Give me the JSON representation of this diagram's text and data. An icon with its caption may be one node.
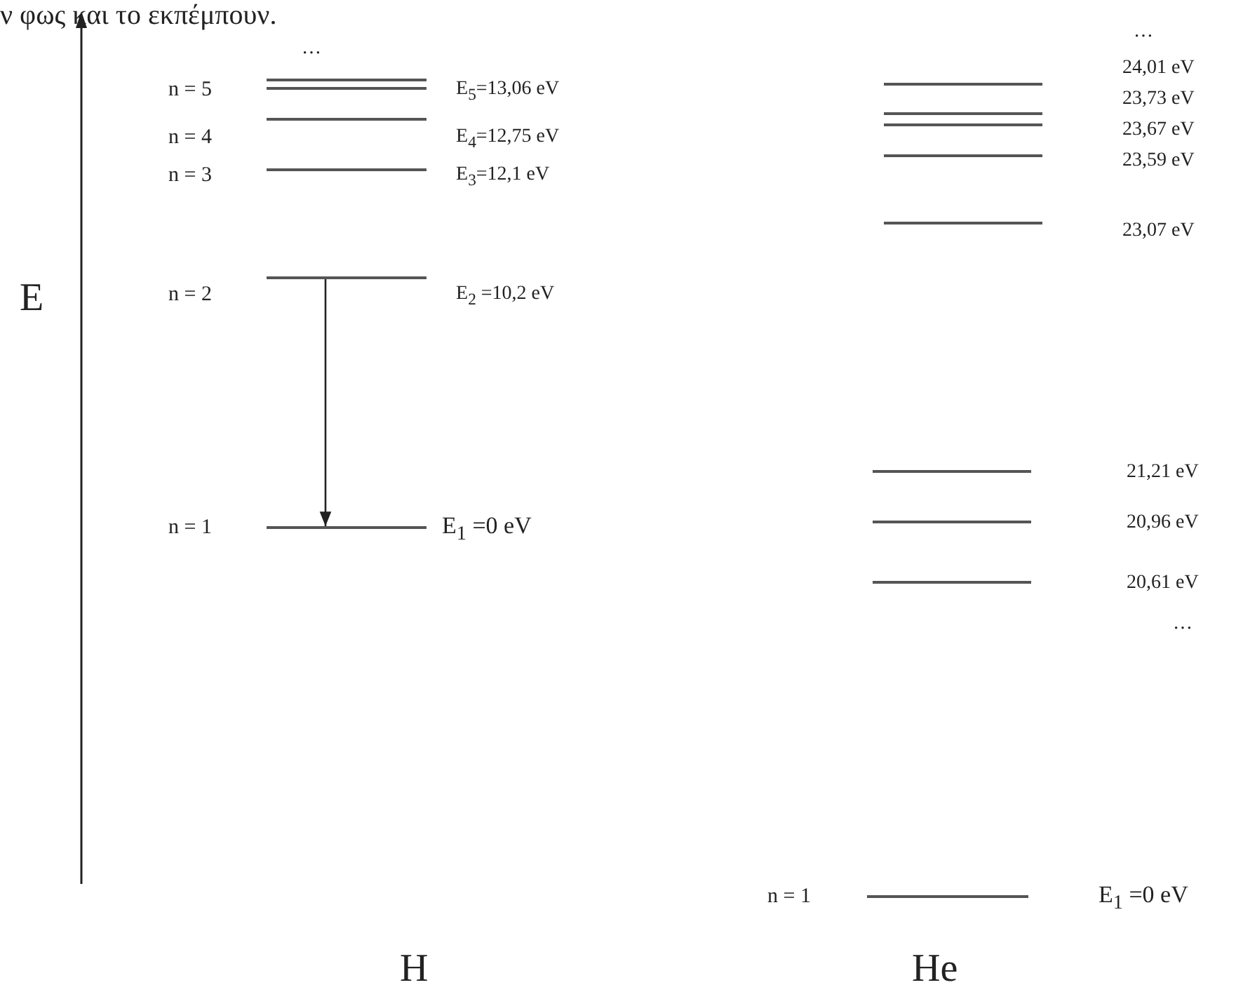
{
  "diagram": {
    "nodes": [
      {
        "text": [],
        "shape": "bar"
      },
      {
        "text": [],
        "shape": "bar"
      },
      {
        "text": [],
        "shape": "bar"
      },
      {
        "text": [],
        "shape": "bar"
      },
      {
        "text": [],
        "shape": "bar"
      },
      {
        "text": [],
        "shape": "bar"
      },
      {
        "text": [],
        "shape": "bar"
      },
      {
        "text": [],
        "shape": "bar"
      },
      {
        "text": [],
        "shape": "bar"
      },
      {
        "text": [],
        "shape": "bar"
      },
      {
        "text": [],
        "shape": "bar"
      },
      {
        "text": [],
        "shape": "bar"
      },
      {
        "text": [],
        "shape": "bar"
      },
      {
        "text": [],
        "shape": "bar"
      },
      {
        "text": [],
        "shape": "bar"
      }
    ],
    "edges": [
      {
        "from": 4,
        "to": 5,
        "arrow": "to"
      }
    ],
    "labels": [
      "ν φως και το εκπέμπουν.",
      "E",
      "…",
      "n = 5",
      "E$_{5}$=13,06 eV",
      "n = 4",
      "E$_{4}$=12,75 eV",
      "n = 3",
      "E$_{3}$=12,1 eV",
      "n = 2",
      "E$_{2}$ =10,2 eV",
      "n = 1",
      "E$_{1}$ =0 eV",
      "H",
      "…",
      "24,01 eV",
      "23,73 eV",
      "23,67 eV",
      "23,59 eV",
      "23,07 eV",
      "21,21 eV",
      "20,96 eV",
      "20,61 eV",
      "…",
      "n = 1",
      "E$_{1}$ =0 eV",
      "He"
    ]
  }
}
